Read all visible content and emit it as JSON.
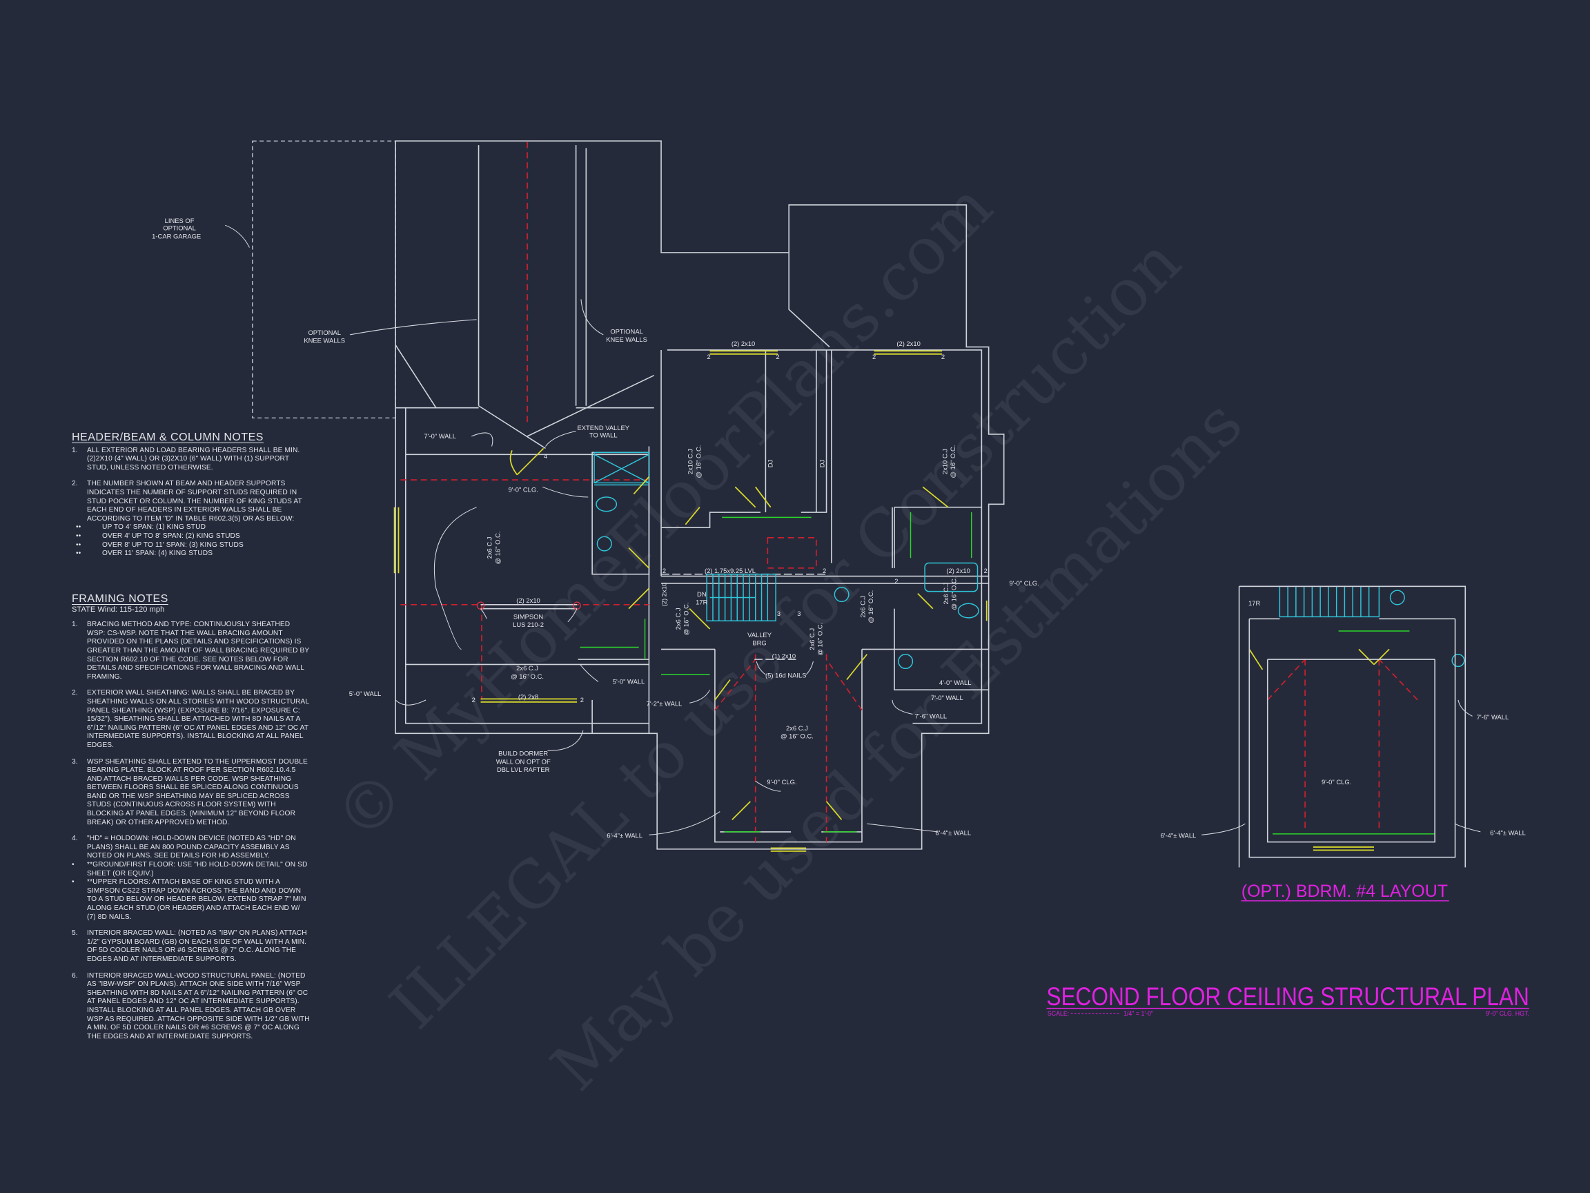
{
  "header_notes": {
    "title": "HEADER/BEAM & COLUMN NOTES",
    "items": [
      {
        "num": "1.",
        "text": "ALL EXTERIOR AND LOAD BEARING HEADERS SHALL BE MIN. (2)2x10 (4\" WALL) OR (3)2x10 (6\" WALL) WITH (1) SUPPORT STUD, UNLESS NOTED OTHERWISE."
      },
      {
        "num": "2.",
        "text": "THE NUMBER SHOWN AT BEAM AND HEADER SUPPORTS INDICATES THE NUMBER OF SUPPORT STUDS REQUIRED IN STUD POCKET OR COLUMN. THE NUMBER OF KING STUDS AT EACH END OF HEADERS IN EXTERIOR WALLS SHALL BE ACCORDING TO ITEM \"d\" IN TABLE R602.3(5) OR AS BELOW:"
      }
    ],
    "bullets": [
      "UP TO 4' SPAN: (1) KING STUD",
      "OVER 4' UP TO 8' SPAN: (2) KING STUDS",
      "OVER 8' UP TO 11' SPAN: (3) KING STUDS",
      "OVER 11' SPAN: (4) KING STUDS"
    ],
    "bullet_glyph": "••"
  },
  "framing_notes": {
    "title": "FRAMING NOTES",
    "subtitle": "STATE Wind: 115-120 mph",
    "items": [
      {
        "num": "1.",
        "text": "BRACING METHOD AND TYPE: CONTINUOUSLY SHEATHED WSP: CS-WSP. NOTE THAT THE WALL BRACING AMOUNT PROVIDED ON THE PLANS (DETAILS AND SPECIFICATIONS) IS GREATER THAN THE AMOUNT OF WALL BRACING REQUIRED BY SECTION R602.10 OF THE CODE. SEE NOTES BELOW FOR DETAILS AND SPECIFICATIONS FOR WALL BRACING AND WALL FRAMING."
      },
      {
        "num": "2.",
        "text": "EXTERIOR WALL SHEATHING: WALLS SHALL BE BRACED BY SHEATHING WALLS ON ALL STORIES WITH WOOD STRUCTURAL PANEL SHEATHING (WSP) (EXPOSURE B: 7/16\". EXPOSURE C: 15/32\"). SHEATHING SHALL BE ATTACHED WITH 8d NAILS AT A 6\"/12\" NAILING PATTERN (6\" OC AT PANEL EDGES AND 12\" OC AT INTERMEDIATE SUPPORTS). INSTALL BLOCKING AT ALL PANEL EDGES."
      },
      {
        "num": "3.",
        "text": "WSP SHEATHING SHALL EXTEND TO THE UPPERMOST DOUBLE BEARING PLATE. BLOCK AT ROOF PER SECTION R602.10.4.5 AND ATTACH BRACED WALLS PER CODE. WSP SHEATHING BETWEEN FLOORS SHALL BE SPLICED ALONG CONTINUOUS BAND OR THE WSP SHEATHING MAY BE SPLICED ACROSS STUDS (CONTINUOUS ACROSS FLOOR SYSTEM) WITH BLOCKING AT PANEL EDGES. (MINIMUM 12\" BEYOND FLOOR BREAK) OR OTHER APPROVED METHOD."
      },
      {
        "num": "4.",
        "text": "\"HD\" = HOLDOWN: HOLD-DOWN DEVICE (NOTED AS \"HD\" ON PLANS) SHALL BE AN 800 POUND CAPACITY ASSEMBLY AS NOTED ON PLANS. SEE DETAILS FOR HD ASSEMBLY."
      }
    ],
    "sub_bullets": [
      "**GROUND/FIRST FLOOR: USE \"HD HOLD-DOWN DETAIL\" ON SD SHEET (OR EQUIV.)",
      "**UPPER FLOORS: ATTACH BASE OF KING STUD WITH A SIMPSON CS22 STRAP DOWN ACROSS THE BAND AND DOWN TO A STUD BELOW OR HEADER BELOW. EXTEND STRAP 7\" MIN ALONG EACH STUD (OR HEADER) AND ATTACH EACH END W/ (7) 8d NAILS."
    ],
    "sub_bullet_glyph": "•",
    "items_2": [
      {
        "num": "5.",
        "text": "INTERIOR BRACED WALL: (NOTED AS \"IBW\" ON PLANS) ATTACH 1/2\" GYPSUM BOARD (GB) ON EACH SIDE OF WALL WITH A MIN. OF 5d COOLER NAILS OR #6 SCREWS @ 7\" O.C. ALONG THE EDGES AND AT INTERMEDIATE SUPPORTS."
      },
      {
        "num": "6.",
        "text": "INTERIOR BRACED WALL-WOOD STRUCTURAL PANEL: (NOTED AS \"IBW-WSP\" ON PLANS). ATTACH ONE SIDE WITH 7/16\" WSP SHEATHING WITH 8d NAILS AT A 6\"/12\" NAILING PATTERN (6\" OC AT PANEL EDGES AND 12\" OC AT INTERMEDIATE SUPPORTS). INSTALL BLOCKING AT ALL PANEL EDGES. ATTACH GB OVER WSP AS REQUIRED. ATTACH OPPOSITE SIDE WITH 1/2\" GB WITH A MIN. OF 5d COOLER NAILS OR #6 SCREWS @ 7\" OC ALONG THE EDGES AND AT INTERMEDIATE SUPPORTS."
      }
    ]
  },
  "plan_labels": {
    "garage_1": "LINES OF",
    "garage_2": "OPTIONAL",
    "garage_3": "1-CAR GARAGE",
    "knee_l1": "OPTIONAL",
    "knee_l2": "KNEE WALLS",
    "knee_r1": "OPTIONAL",
    "knee_r2": "KNEE WALLS",
    "hdr_top_1": "(2) 2x10",
    "hdr_top_2": "(2) 2x10",
    "wall_7_0_a": "7'-0\" WALL",
    "valley_1": "EXTEND VALLEY",
    "valley_2": "TO WALL",
    "clg_a": "9'-0\" CLG.",
    "cj_2x10_a": "2x10 C.J",
    "cj_2x10_a2": "@ 16\" O.C.",
    "cj_2x10_b": "2x10 C.J",
    "cj_2x10_b2": "@ 16\" O.C.",
    "dj_1": "DJ",
    "dj_2": "DJ",
    "cj_2x6_a": "2x6 C.J",
    "cj_2x6_a2": "@ 16\" O.C.",
    "beam_2x10": "(2) 2x10",
    "simpson_1": "SIMPSON",
    "simpson_2": "LUS 210-2",
    "lvl": "(2) 1.75x9.25 LVL",
    "dn": "DN",
    "risers": "17R",
    "hdr_2x10_v": "(2) 2x10",
    "cj_2x6_b": "2x6 C.J",
    "cj_2x6_b2": "@ 16\" O.C.",
    "cj_2x6_c": "2x6 C.J",
    "cj_2x6_c2": "@ 16\" O.C.",
    "cj_2x6_d": "2x6 C.J",
    "cj_2x6_d2": "@ 16\" O.C.",
    "cj_2x6_e": "2x6 C.J",
    "cj_2x6_e2": "@ 16\" O.C.",
    "valley_brg_1": "VALLEY",
    "valley_brg_2": "BRG",
    "hdr_1_2x10": "(1) 2x10",
    "nails": "(5) 16d NAILS",
    "hdr_bath": "(2) 2x10",
    "clg_b": "9'-0\" CLG.",
    "cj_2x6_f": "2x6 C.J",
    "cj_2x6_f2": "@ 16\" O.C.",
    "wall_5_0_a": "5'-0\" WALL",
    "wall_5_0_b": "5'-0\" WALL",
    "hdr_2x8": "(2) 2x8",
    "wall_7_2": "7'-2\"± WALL",
    "wall_4_0": "4'-0\" WALL",
    "wall_7_0_b": "7'-0\" WALL",
    "wall_7_6": "7'-6\" WALL",
    "dormer_1": "BUILD DORMER",
    "dormer_2": "WALL ON OPT OF",
    "dormer_3": "DBL LVL RAFTER",
    "cj_2x6_g": "2x6 C.J",
    "cj_2x6_g2": "@ 16\" O.C.",
    "clg_c": "9'-0\" CLG.",
    "wall_6_4_a": "6'-4\"± WALL",
    "wall_6_4_b": "6'-4\"± WALL",
    "inset_risers": "17R",
    "inset_wall_7_6": "7'-6\" WALL",
    "inset_clg": "9'-0\" CLG.",
    "inset_wall_6_4_a": "6'-4\"± WALL",
    "inset_wall_6_4_b": "6'-4\"± WALL",
    "support_2": "2",
    "support_3": "3",
    "support_4": "4"
  },
  "titles": {
    "inset_title": "(OPT.) BDRM. #4 LAYOUT",
    "plan_title": "SECOND FLOOR CEILING STRUCTURAL PLAN",
    "scale_label": "SCALE:",
    "scale_value": "1/4\" = 1'-0\"",
    "ceiling_height": "9'-0\" CLG. HGT."
  },
  "watermark": {
    "line_1": "© MyHomeFloorPlans.com",
    "line_2": "ILLEGAL to use for Construction",
    "line_3": "May be used for Estimations"
  },
  "colors": {
    "background": "#252a3b",
    "walls": "#cfd3da",
    "wall_height_labels": "#2ad52a",
    "titles": "#e021e0",
    "doors_windows": "#d9d92a",
    "fixtures_stairs": "#2ec6d9",
    "ridge_valley_lines": "#d3202c"
  }
}
